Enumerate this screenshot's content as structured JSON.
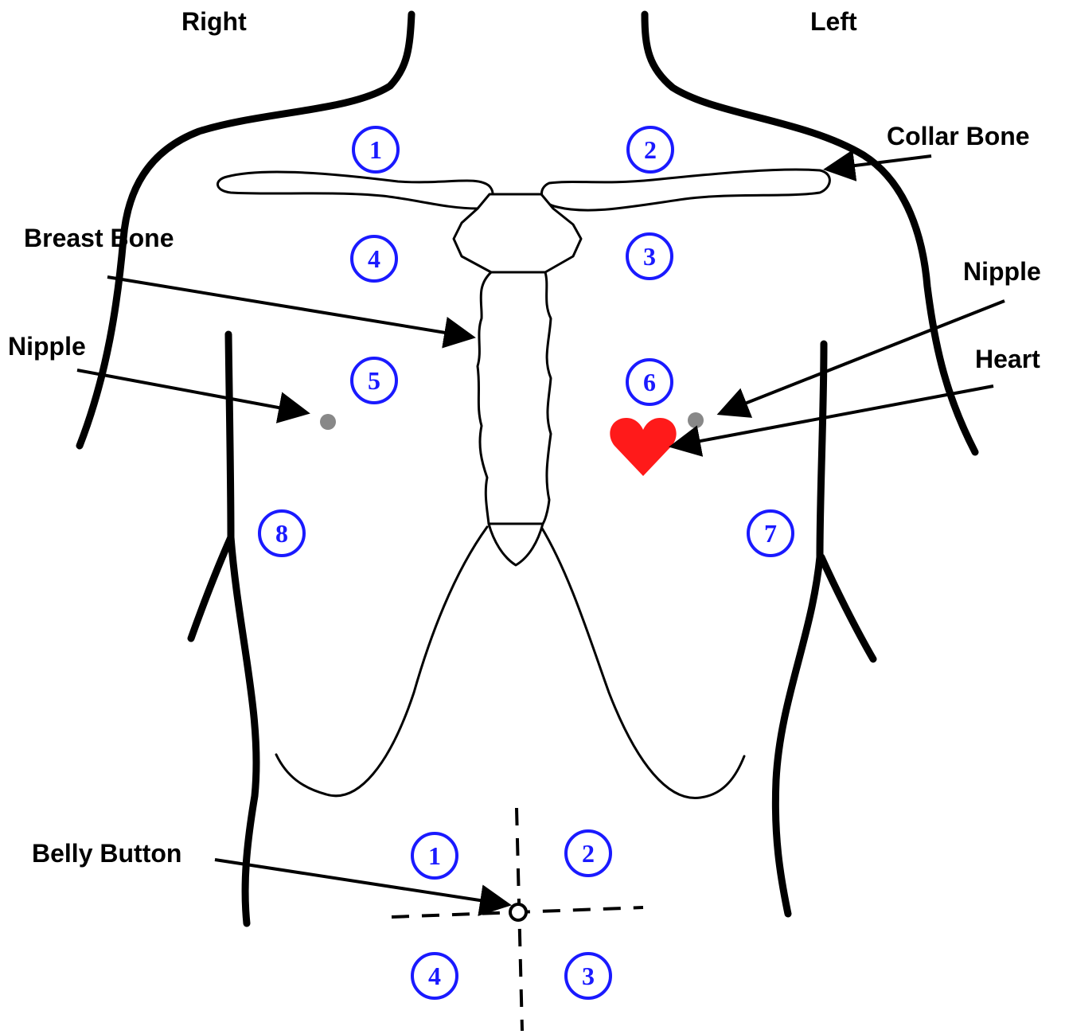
{
  "side_labels": {
    "right": "Right",
    "left": "Left"
  },
  "annotations": {
    "collar_bone": "Collar Bone",
    "breast_bone": "Breast Bone",
    "nipple_right": "Nipple",
    "nipple_left": "Nipple",
    "heart": "Heart",
    "belly_button": "Belly Button"
  },
  "chest_zones": [
    "1",
    "2",
    "3",
    "4",
    "5",
    "6",
    "7",
    "8"
  ],
  "abdomen_zones": [
    "1",
    "2",
    "3",
    "4"
  ],
  "colors": {
    "zone": "#1a1aff",
    "heart": "#ff1a1a",
    "nipple": "#888888",
    "line": "#000000"
  },
  "icons": [
    "heart-icon",
    "nipple-dot",
    "belly-button-circle"
  ]
}
